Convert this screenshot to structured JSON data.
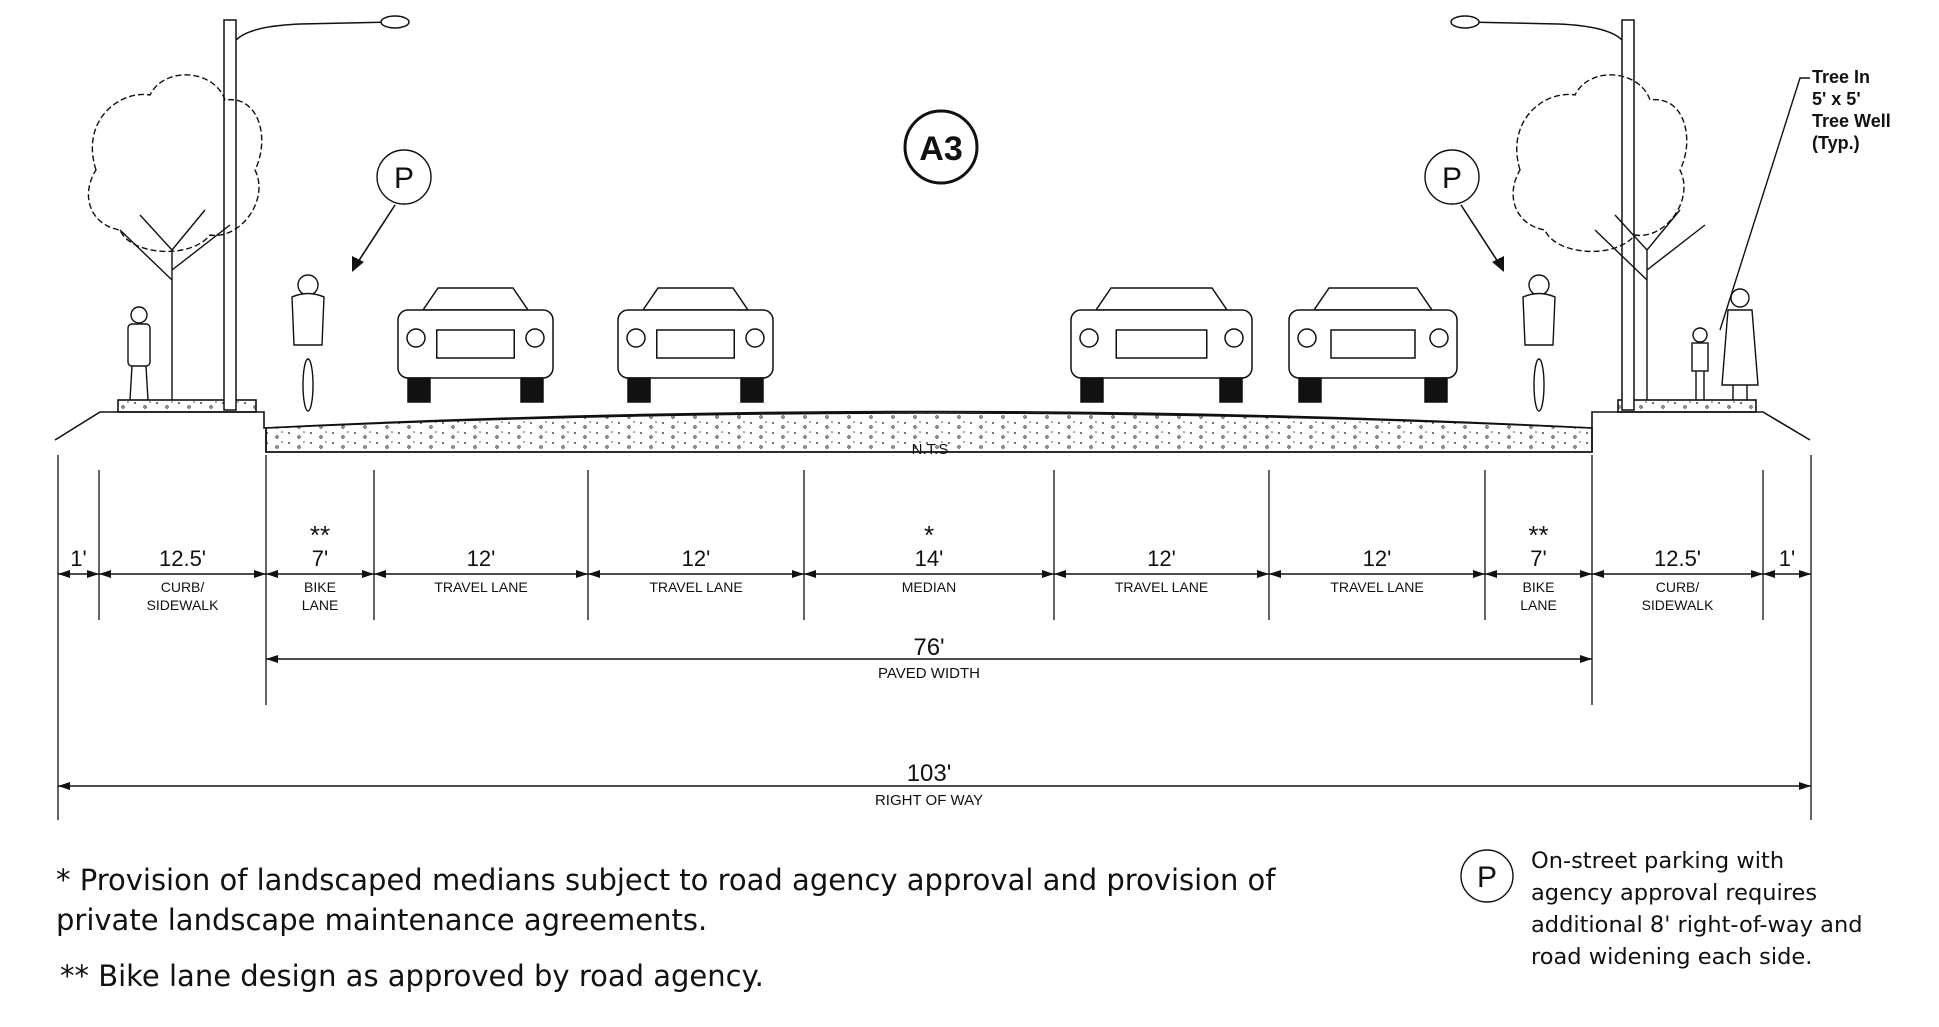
{
  "section_id": "A3",
  "scale_note": "N.T.S",
  "parking_symbol": "P",
  "tree_note": [
    "Tree In",
    "5' x 5'",
    "Tree Well",
    "(Typ.)"
  ],
  "segments": [
    {
      "dim": "1'",
      "label": "",
      "mark": ""
    },
    {
      "dim": "12.5'",
      "label": "CURB/",
      "label2": "SIDEWALK",
      "mark": ""
    },
    {
      "dim": "7'",
      "label": "BIKE",
      "label2": "LANE",
      "mark": "**"
    },
    {
      "dim": "12'",
      "label": "TRAVEL LANE",
      "label2": "",
      "mark": ""
    },
    {
      "dim": "12'",
      "label": "TRAVEL LANE",
      "label2": "",
      "mark": ""
    },
    {
      "dim": "14'",
      "label": "MEDIAN",
      "label2": "",
      "mark": "*"
    },
    {
      "dim": "12'",
      "label": "TRAVEL LANE",
      "label2": "",
      "mark": ""
    },
    {
      "dim": "12'",
      "label": "TRAVEL LANE",
      "label2": "",
      "mark": ""
    },
    {
      "dim": "7'",
      "label": "BIKE",
      "label2": "LANE",
      "mark": "**"
    },
    {
      "dim": "12.5'",
      "label": "CURB/",
      "label2": "SIDEWALK",
      "mark": ""
    },
    {
      "dim": "1'",
      "label": "",
      "mark": ""
    }
  ],
  "paved": {
    "dim": "76'",
    "label": "PAVED WIDTH"
  },
  "row": {
    "dim": "103'",
    "label": "RIGHT OF WAY"
  },
  "footnotes": {
    "median_line1": "* Provision of landscaped medians subject to road agency approval and provision of",
    "median_line2": "private landscape maintenance agreements.",
    "bike": "** Bike lane design as approved by road agency."
  },
  "legend": {
    "symbol": "P",
    "lines": [
      "On-street parking with",
      "agency approval requires",
      "additional 8' right-of-way and",
      "road widening each side."
    ]
  }
}
